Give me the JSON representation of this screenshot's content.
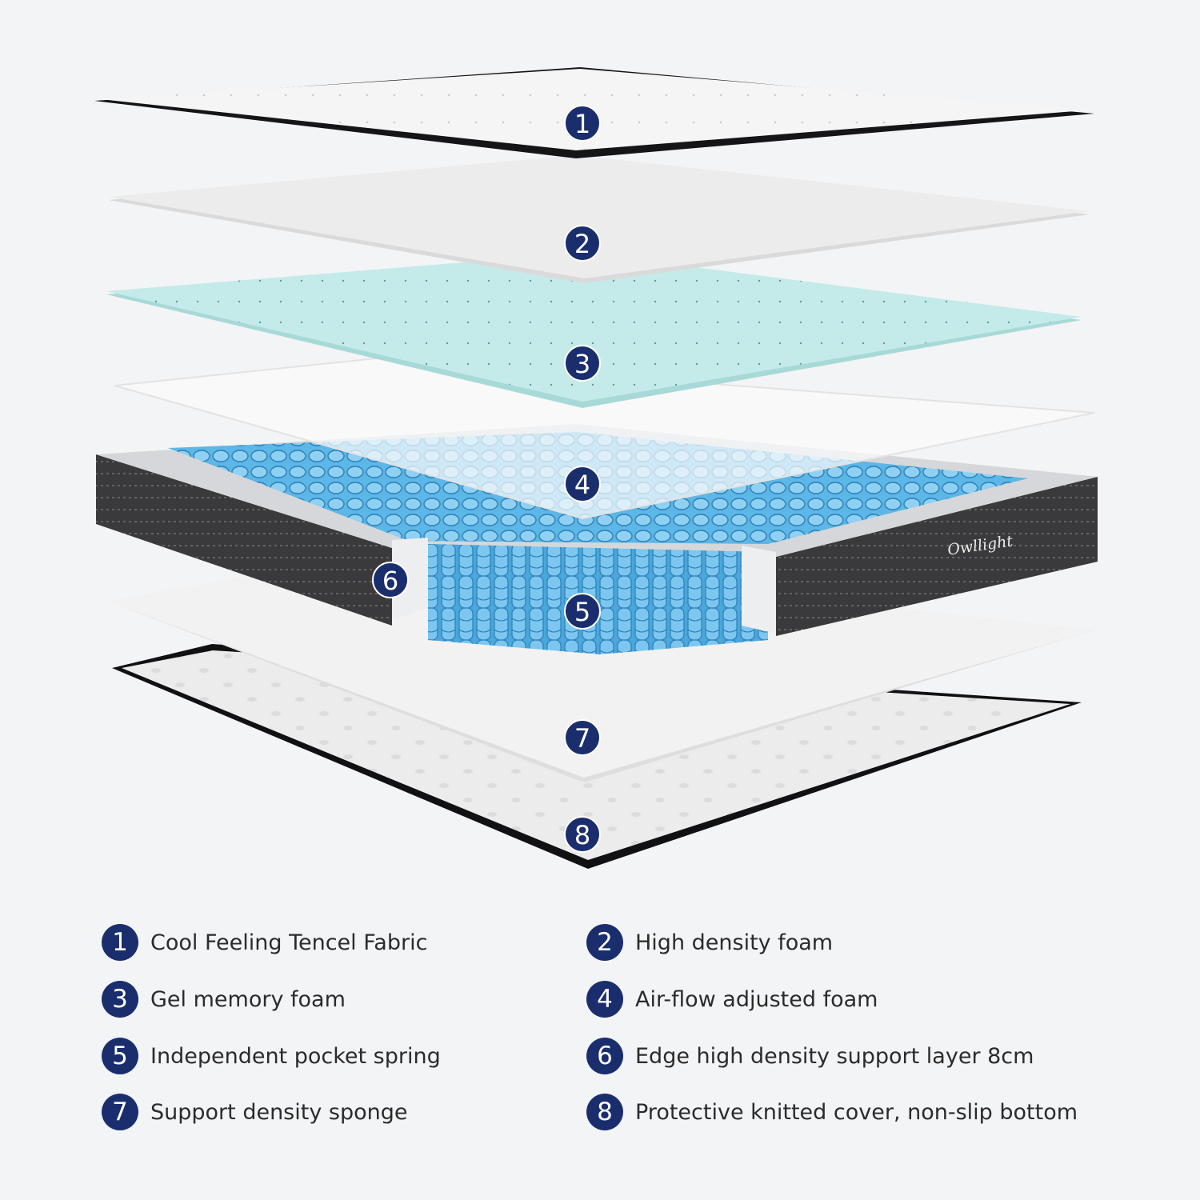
{
  "brand": {
    "logo_text": "Owllight"
  },
  "colors": {
    "badge": "#1a2d6d",
    "badge_text": "#ffffff",
    "background": "#f3f4f6",
    "gel_foam": "#c4ebe9",
    "springs": "#5cb6e6",
    "side_fabric": "#3a3a3c"
  },
  "layers": [
    {
      "number": "1",
      "label": "Cool Feeling Tencel Fabric"
    },
    {
      "number": "2",
      "label": "High density foam"
    },
    {
      "number": "3",
      "label": "Gel memory foam"
    },
    {
      "number": "4",
      "label": "Air-flow adjusted foam"
    },
    {
      "number": "5",
      "label": "Independent pocket spring"
    },
    {
      "number": "6",
      "label": "Edge high density support layer 8cm"
    },
    {
      "number": "7",
      "label": "Support density sponge"
    },
    {
      "number": "8",
      "label": "Protective knitted cover, non-slip bottom"
    }
  ]
}
